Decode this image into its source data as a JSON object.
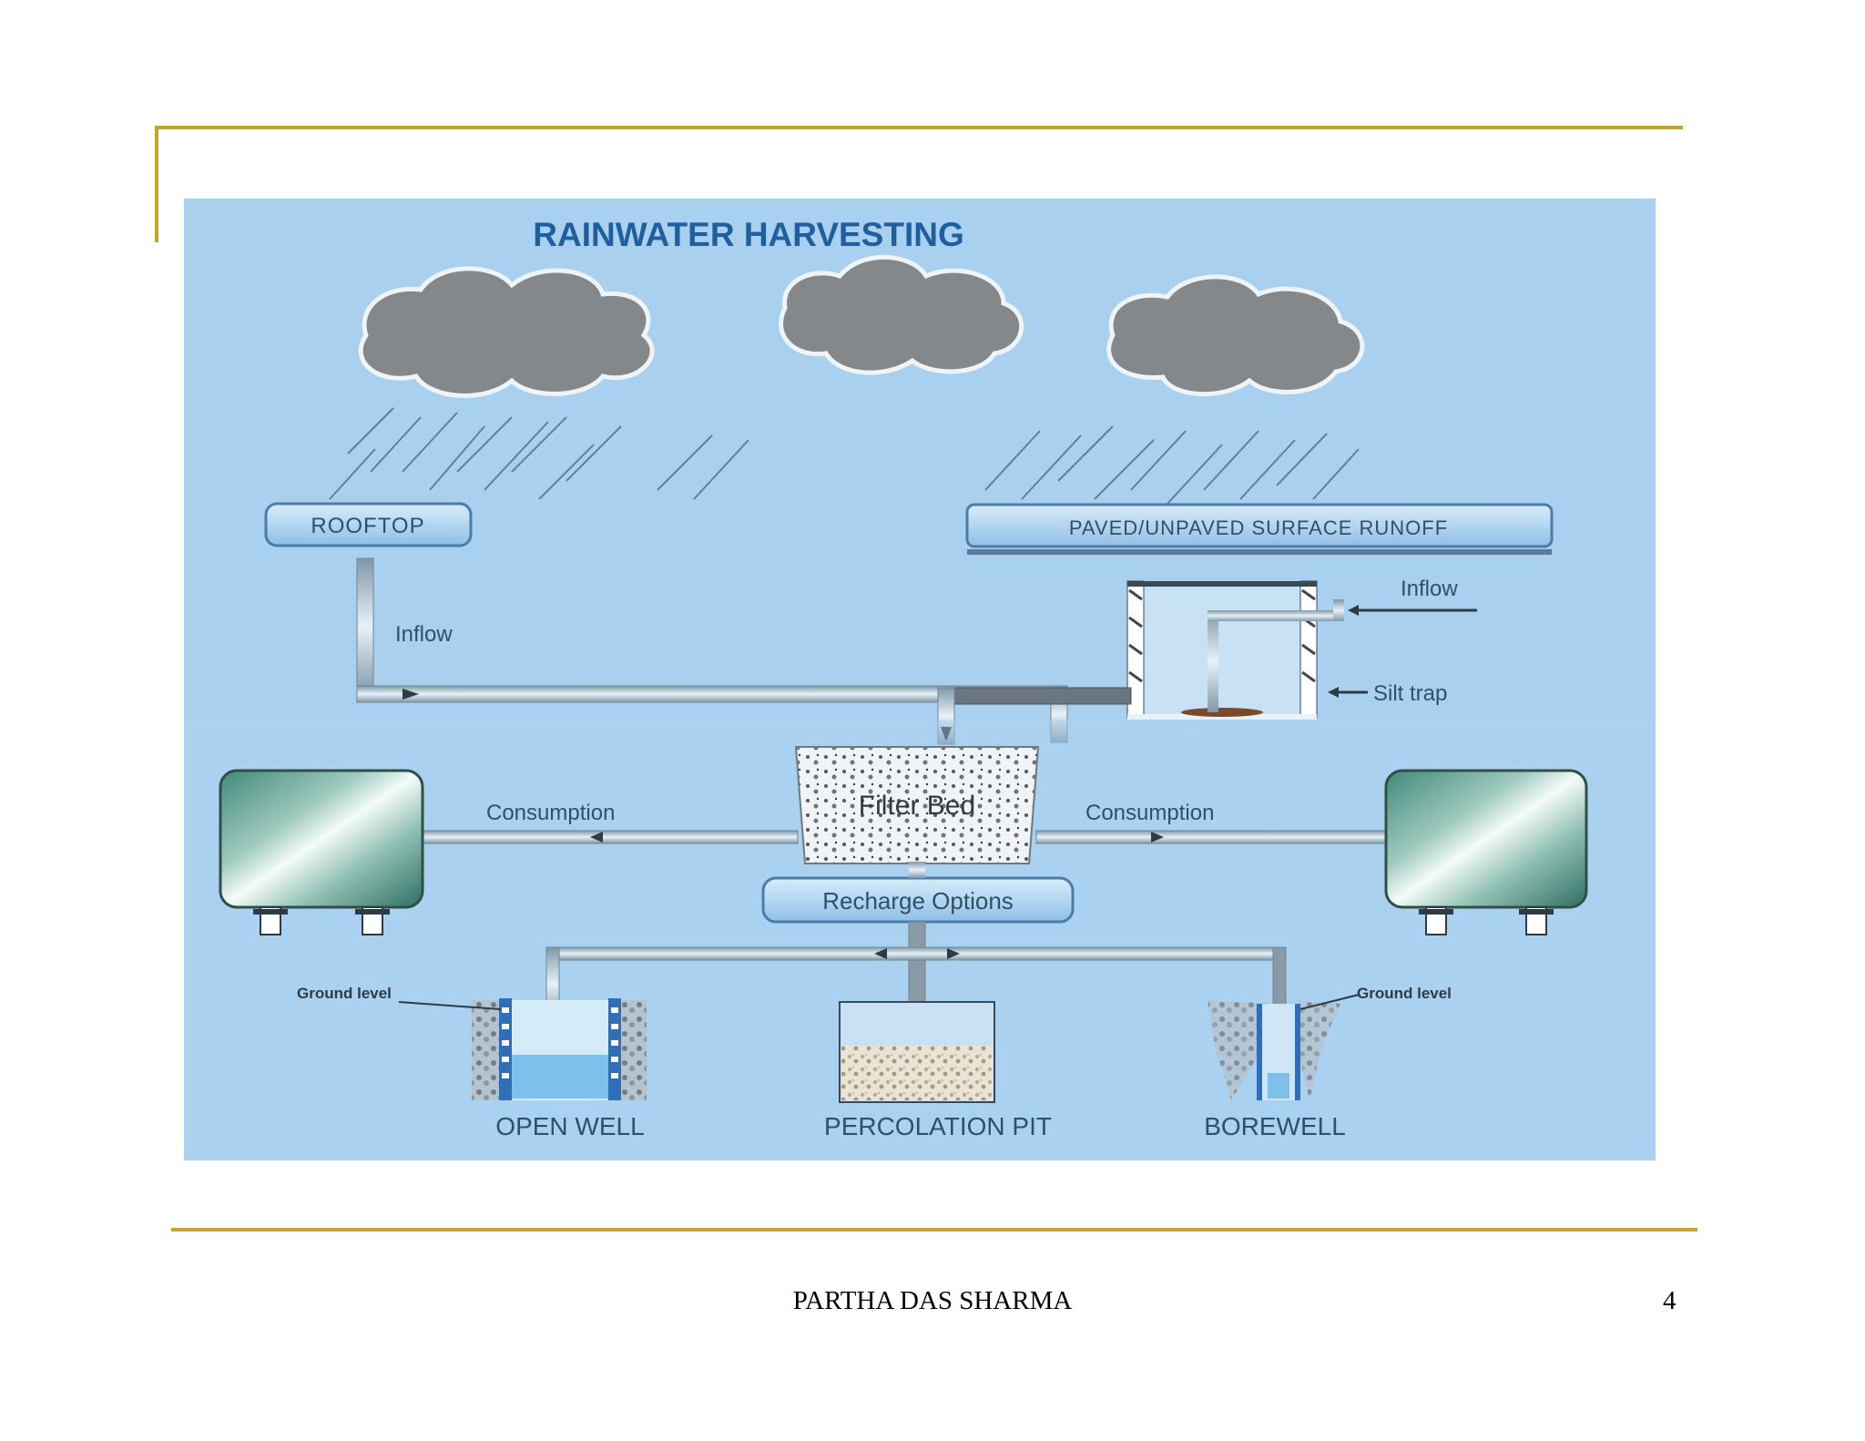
{
  "slide": {
    "author": "PARTHA DAS SHARMA",
    "page_number": "4",
    "accent_color": "#c9a227"
  },
  "diagram": {
    "title": "RAINWATER HARVESTING",
    "background_color": "#a9d0ef",
    "labels": {
      "rooftop": "ROOFTOP",
      "surface_runoff": "PAVED/UNPAVED SURFACE RUNOFF",
      "inflow_left": "Inflow",
      "inflow_right": "Inflow",
      "silt_trap": "Silt trap",
      "filter_bed": "Filter Bed",
      "consumption_left": "Consumption",
      "consumption_right": "Consumption",
      "recharge_options": "Recharge Options",
      "ground_level_left": "Ground level",
      "ground_level_right": "Ground level",
      "open_well": "OPEN WELL",
      "percolation_pit": "PERCOLATION PIT",
      "borewell": "BOREWELL"
    }
  }
}
